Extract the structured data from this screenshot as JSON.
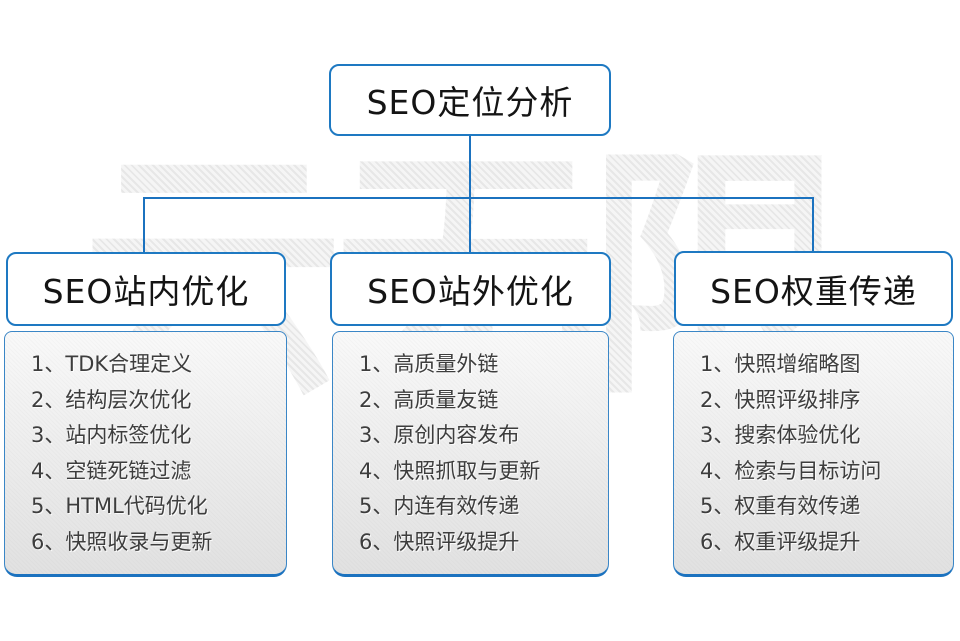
{
  "watermark": {
    "text": "云无限"
  },
  "root": {
    "title": "SEO定位分析"
  },
  "columns": [
    {
      "title": "SEO站内优化",
      "items": [
        "1、TDK合理定义",
        "2、结构层次优化",
        "3、站内标签优化",
        "4、空链死链过滤",
        "5、HTML代码优化",
        "6、快照收录与更新"
      ]
    },
    {
      "title": "SEO站外优化",
      "items": [
        "1、高质量外链",
        "2、高质量友链",
        "3、原创内容发布",
        "4、快照抓取与更新",
        "5、内连有效传递",
        "6、快照评级提升"
      ]
    },
    {
      "title": "SEO权重传递",
      "items": [
        "1、快照增缩略图",
        "2、快照评级排序",
        "3、搜索体验优化",
        "4、检索与目标访问",
        "5、权重有效传递",
        "6、权重评级提升"
      ]
    }
  ],
  "colors": {
    "accent_blue": "#1b72bf",
    "node_border": "#1e79c2",
    "heading_text": "#141414",
    "list_text": "#3d3d3d"
  }
}
